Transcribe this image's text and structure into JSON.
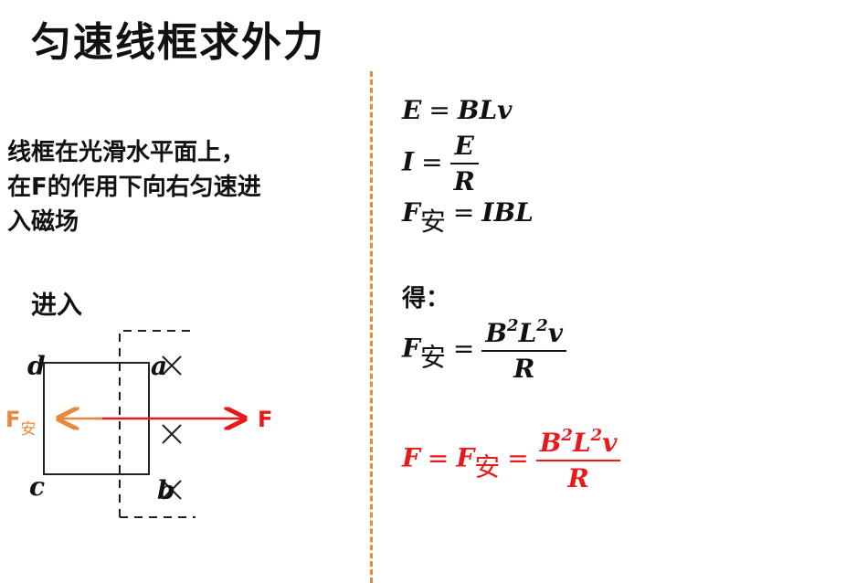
{
  "title": "匀速线框求外力",
  "description": {
    "line1": "线框在光滑水平面上，",
    "line2": "在F的作用下向右匀速进",
    "line3": "入磁场"
  },
  "diagram": {
    "heading": "进入",
    "corner_a": "a",
    "corner_b": "b",
    "corner_c": "c",
    "corner_d": "d",
    "force_label": "F",
    "ampere_label_f": "F",
    "ampere_label_sub": "安",
    "field_symbol": "×",
    "colors": {
      "force": "#e8191a",
      "ampere": "#e7883a",
      "divider": "#e7883a"
    }
  },
  "formulas": {
    "eq1": {
      "lhs": "E",
      "op": "=",
      "rhs": "BLv"
    },
    "eq2": {
      "lhs": "I",
      "op": "=",
      "num": "E",
      "den": "R"
    },
    "eq3": {
      "lhs": "F",
      "sub": "安",
      "op": "=",
      "rhs": "IBL"
    },
    "result_label": "得：",
    "eq4": {
      "lhs": "F",
      "sub": "安",
      "op": "=",
      "num_b": "B",
      "num_b_exp": "2",
      "num_l": "L",
      "num_l_exp": "2",
      "num_v": "v",
      "den": "R"
    },
    "eq5": {
      "lhs": "F",
      "op1": "=",
      "mid": "F",
      "mid_sub": "安",
      "op2": "=",
      "num_b": "B",
      "num_b_exp": "2",
      "num_l": "L",
      "num_l_exp": "2",
      "num_v": "v",
      "den": "R"
    }
  }
}
